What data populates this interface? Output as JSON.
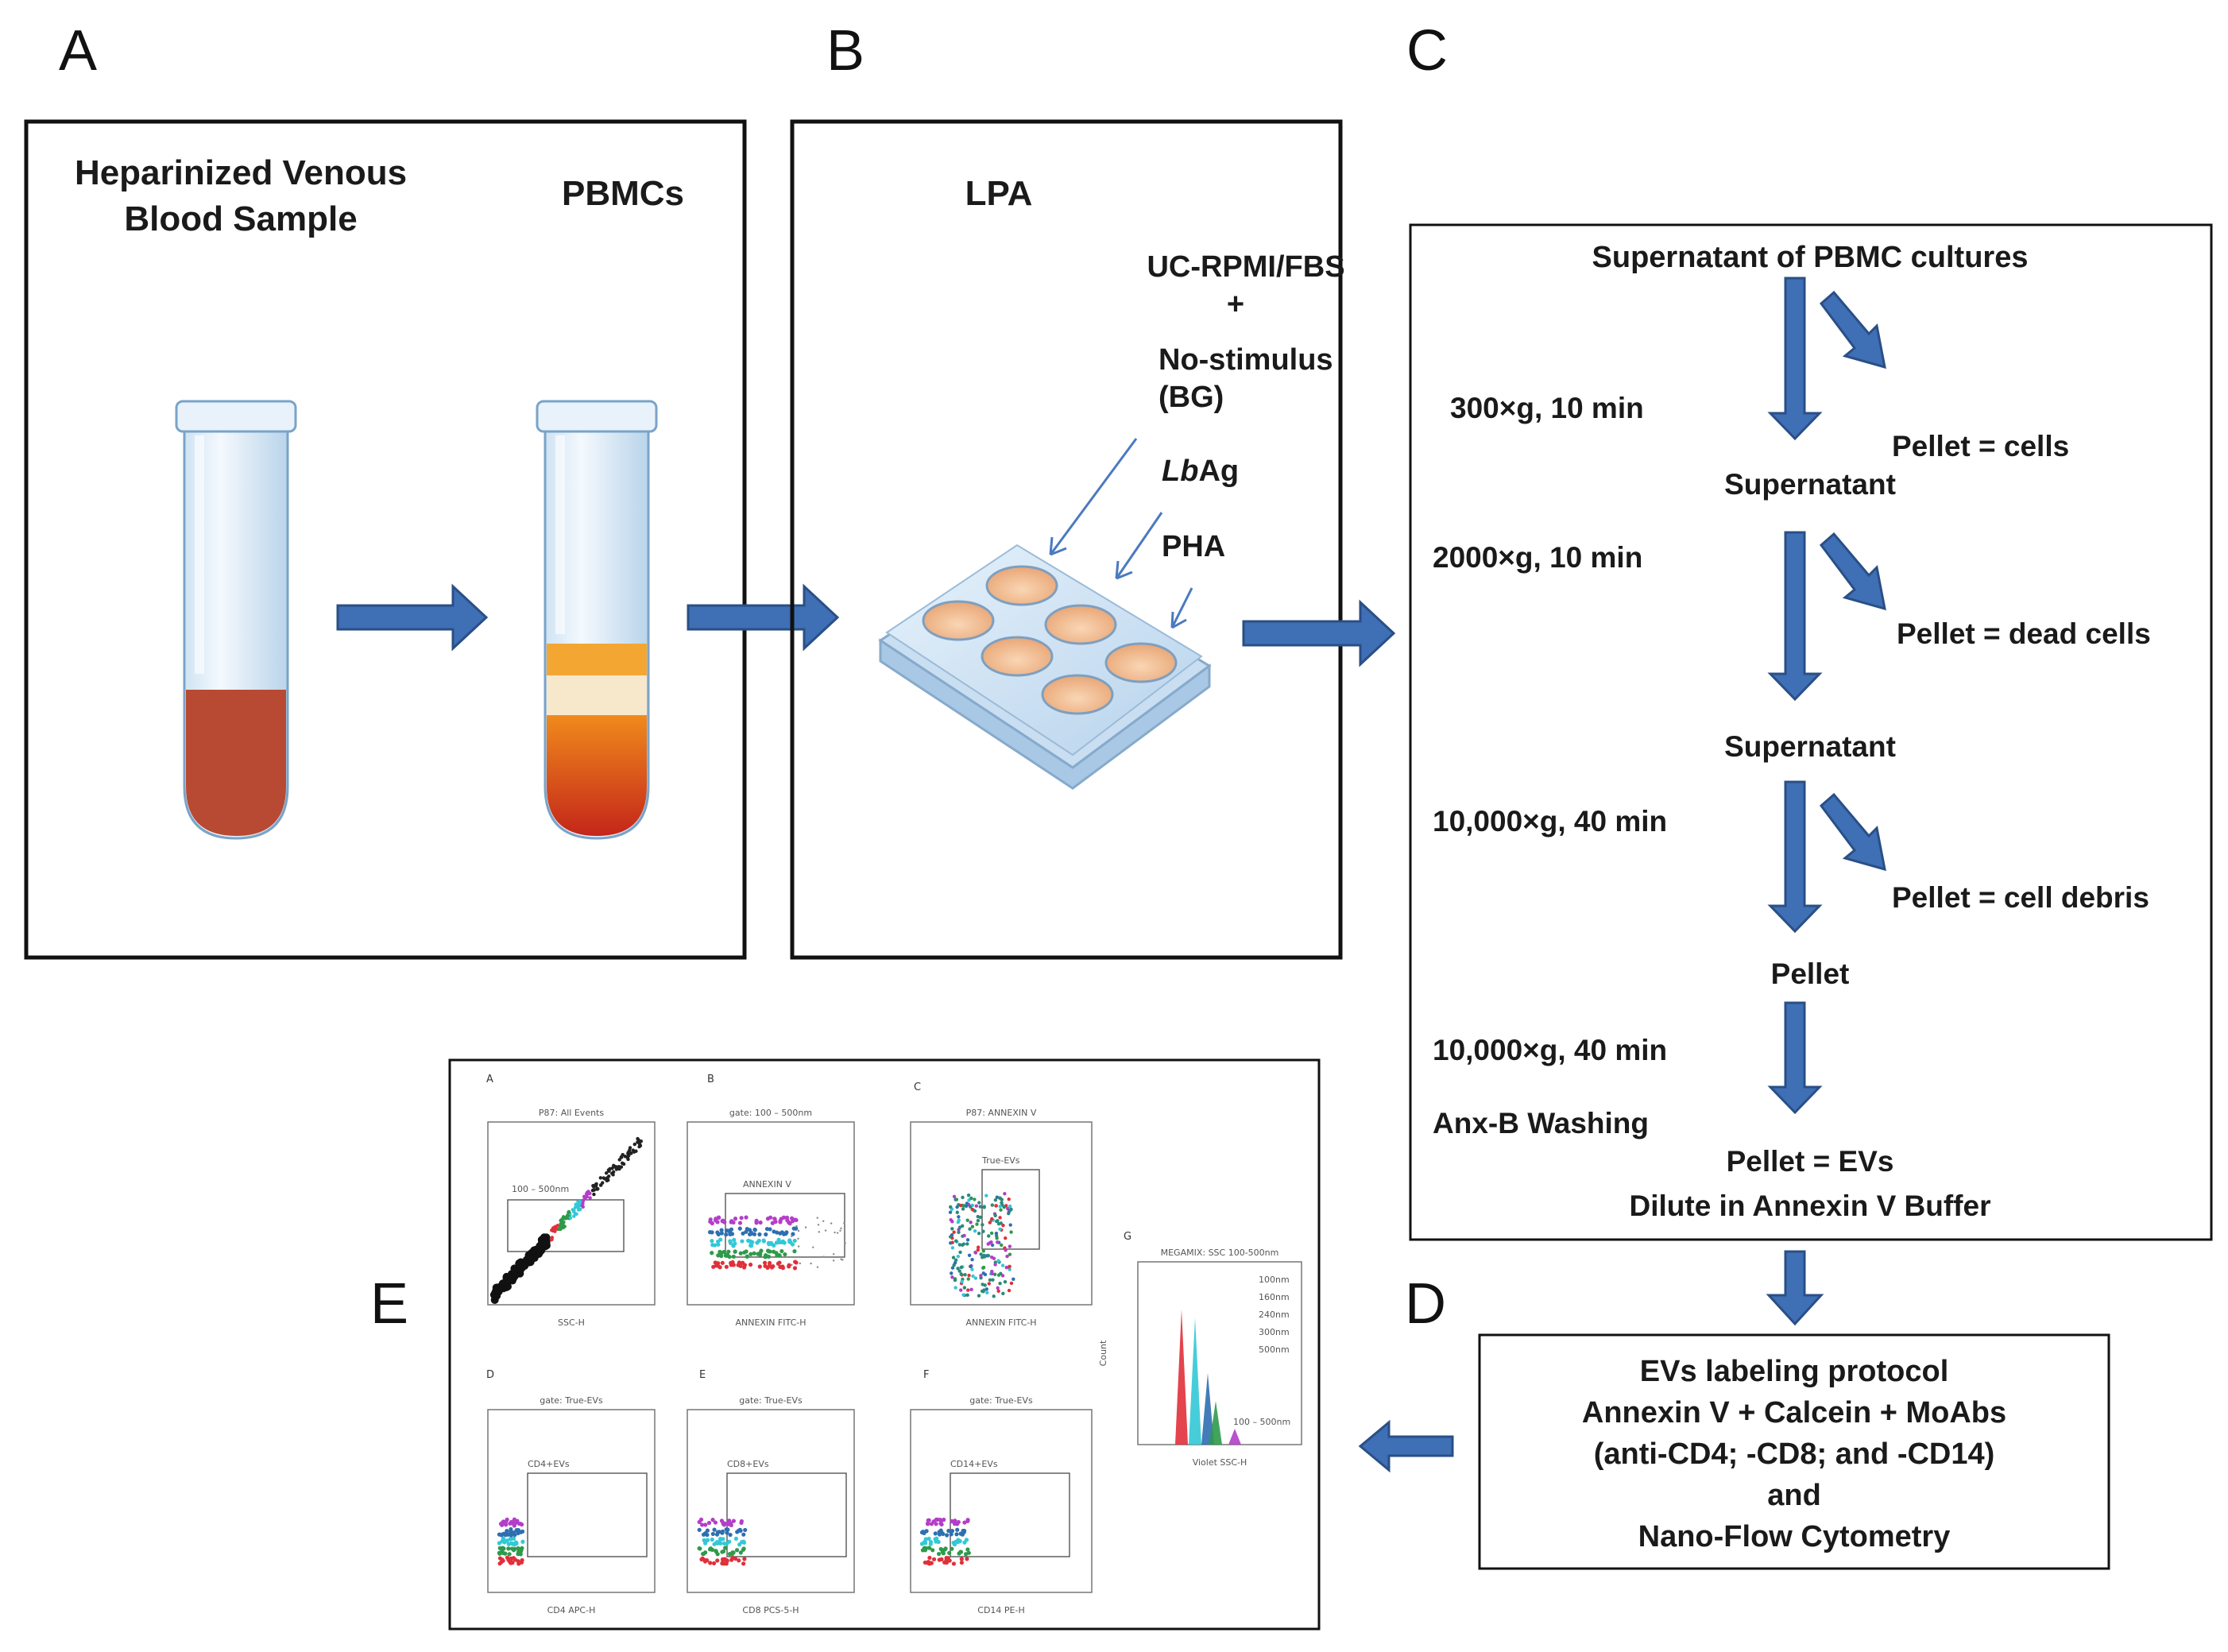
{
  "panels": {
    "A": {
      "letter": "A",
      "title_line1": "Heparinized Venous",
      "title_line2": "Blood Sample",
      "tube2_label": "PBMCs"
    },
    "B": {
      "letter": "B",
      "title": "LPA",
      "medium": "UC-RPMI/FBS",
      "plus": "+",
      "stim1_line1": "No-stimulus",
      "stim1_line2": "(BG)",
      "stim2_italic": "Lb",
      "stim2_rest": "Ag",
      "stim3": "PHA"
    },
    "C": {
      "letter": "C",
      "top": "Supernatant of PBMC cultures",
      "steps": [
        {
          "condition": "300×g, 10 min",
          "pellet": "Pellet = cells",
          "result": "Supernatant"
        },
        {
          "condition": "2000×g, 10 min",
          "pellet": "Pellet = dead cells",
          "result": "Supernatant"
        },
        {
          "condition": "10,000×g, 40 min",
          "pellet": "Pellet = cell debris",
          "result": "Pellet"
        }
      ],
      "final_condition": "10,000×g, 40 min",
      "washing": "Anx-B Washing",
      "final_line1": "Pellet = EVs",
      "final_line2": "Dilute in Annexin V Buffer"
    },
    "D": {
      "letter": "D",
      "lines": [
        "EVs labeling protocol",
        "Annexin V + Calcein + MoAbs",
        "(anti-CD4; -CD8; and -CD14)",
        "and",
        "Nano-Flow Cytometry"
      ]
    },
    "E": {
      "letter": "E",
      "subplots": [
        {
          "letter": "A",
          "title": "P87: All Events",
          "gate": "100 – 500nm",
          "xlabel": "SSC-H"
        },
        {
          "letter": "B",
          "title": "gate: 100 – 500nm",
          "gate": "ANNEXIN V",
          "xlabel": "ANNEXIN FITC-H"
        },
        {
          "letter": "C",
          "title": "P87: ANNEXIN V",
          "gate": "True-EVs",
          "xlabel": "ANNEXIN FITC-H"
        },
        {
          "letter": "D",
          "title": "gate: True-EVs",
          "gate": "CD4+EVs",
          "xlabel": "CD4 APC-H"
        },
        {
          "letter": "E",
          "title": "gate: True-EVs",
          "gate": "CD8+EVs",
          "xlabel": "CD8 PCS-5-H"
        },
        {
          "letter": "F",
          "title": "gate: True-EVs",
          "gate": "CD14+EVs",
          "xlabel": "CD14 PE-H"
        }
      ],
      "histogram": {
        "letter": "G",
        "title": "MEGAMIX: SSC 100-500nm",
        "ylabel": "Count",
        "xlabel": "Violet SSC-H",
        "gate": "100 – 500nm",
        "legend": [
          "100nm",
          "160nm",
          "240nm",
          "300nm",
          "500nm"
        ],
        "legend_colors": [
          "#e0303a",
          "#33c8d6",
          "#2e6fb0",
          "#2e9a4a",
          "#b33ec8"
        ]
      }
    }
  },
  "colors": {
    "arrow_fill": "#3f6fb5",
    "blood": "#b84a33",
    "buffy": "#f2a640",
    "plasma_band": "#f5e3c4"
  }
}
